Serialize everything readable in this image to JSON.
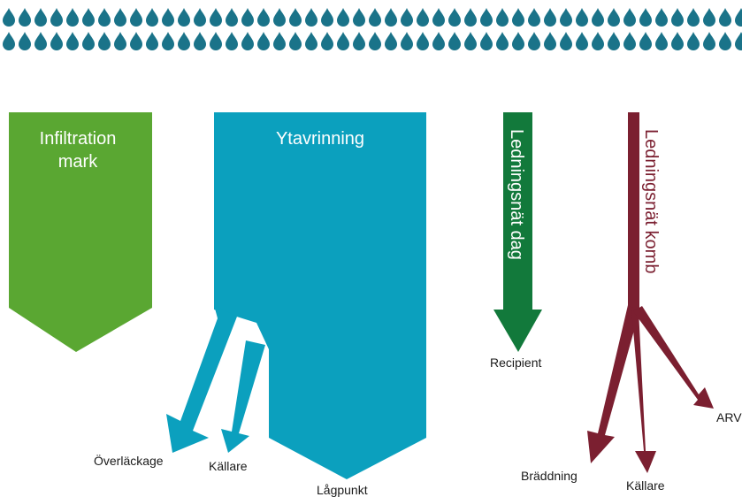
{
  "colors": {
    "drops": "#1a7389",
    "green": "#5aa732",
    "blue": "#0ba0be",
    "dark_green": "#12793b",
    "maroon": "#7b1f30",
    "text_dark": "#1a1a1a",
    "white": "#ffffff"
  },
  "rain": {
    "icon": "raindrop-icon"
  },
  "infiltration": {
    "label_line1": "Infiltration",
    "label_line2": "mark"
  },
  "surface_runoff": {
    "label": "Ytavrinning",
    "outlets": {
      "overflow": "Överläckage",
      "basement": "Källare",
      "low_point": "Lågpunkt"
    }
  },
  "storm_network": {
    "label": "Ledningsnät dag",
    "outlet": "Recipient"
  },
  "combined_network": {
    "label": "Ledningsnät komb",
    "outlets": {
      "overflow": "Bräddning",
      "basement": "Källare",
      "treatment": "ARV"
    }
  }
}
